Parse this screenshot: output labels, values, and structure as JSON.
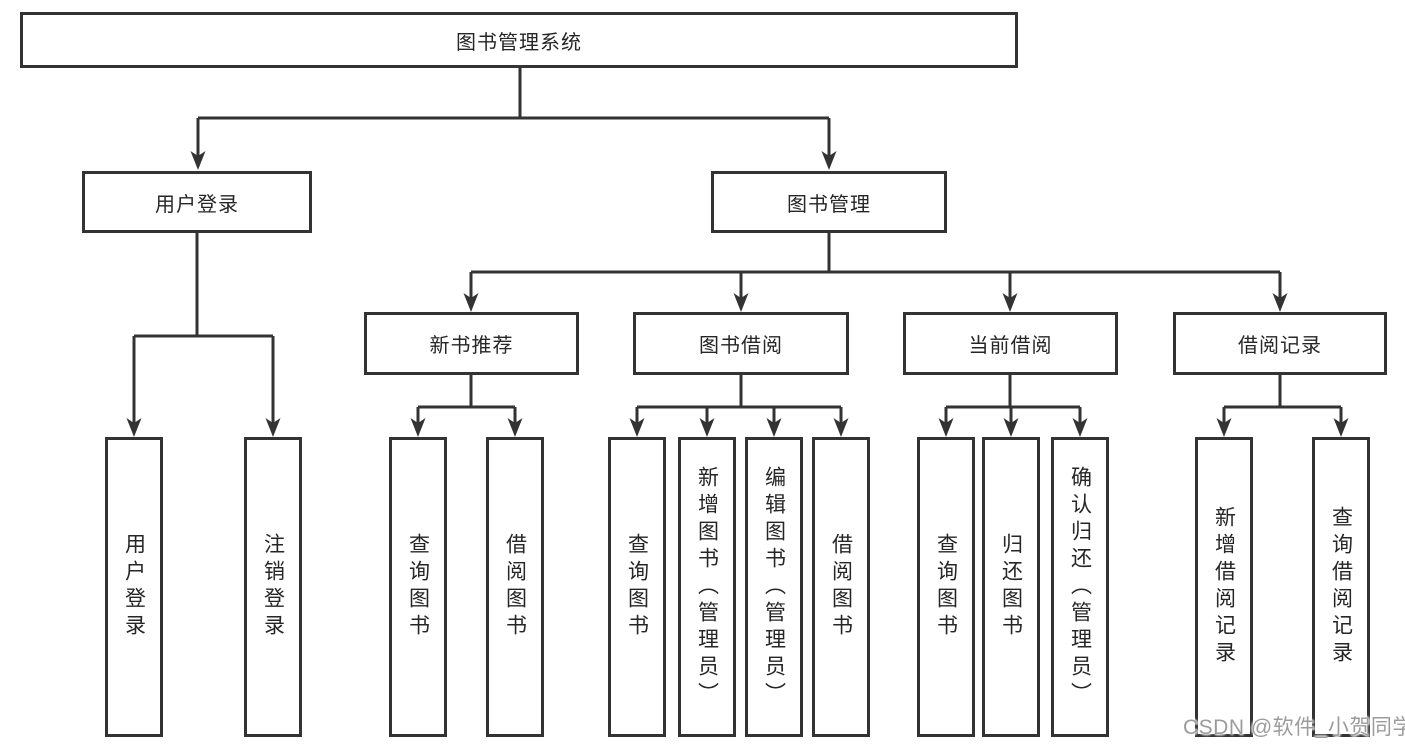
{
  "diagram": {
    "root": {
      "label": "图书管理系统"
    },
    "branches": [
      {
        "label": "用户登录",
        "children": [
          {
            "label": "用户登录"
          },
          {
            "label": "注销登录"
          }
        ]
      },
      {
        "label": "图书管理",
        "children": [
          {
            "label": "新书推荐",
            "children": [
              {
                "label": "查询图书"
              },
              {
                "label": "借阅图书"
              }
            ]
          },
          {
            "label": "图书借阅",
            "children": [
              {
                "label": "查询图书"
              },
              {
                "label": "新增图书（管理员）"
              },
              {
                "label": "编辑图书（管理员）"
              },
              {
                "label": "借阅图书"
              }
            ]
          },
          {
            "label": "当前借阅",
            "children": [
              {
                "label": "查询图书"
              },
              {
                "label": "归还图书"
              },
              {
                "label": "确认归还（管理员）"
              }
            ]
          },
          {
            "label": "借阅记录",
            "children": [
              {
                "label": "新增借阅记录"
              },
              {
                "label": "查询借阅记录"
              }
            ]
          }
        ]
      }
    ]
  },
  "colors": {
    "line": "#333333",
    "border": "#333333",
    "text": "#262626",
    "watermark": "#9c9c9c"
  },
  "watermark": {
    "text": "CSDN @软件_小贺同学"
  }
}
